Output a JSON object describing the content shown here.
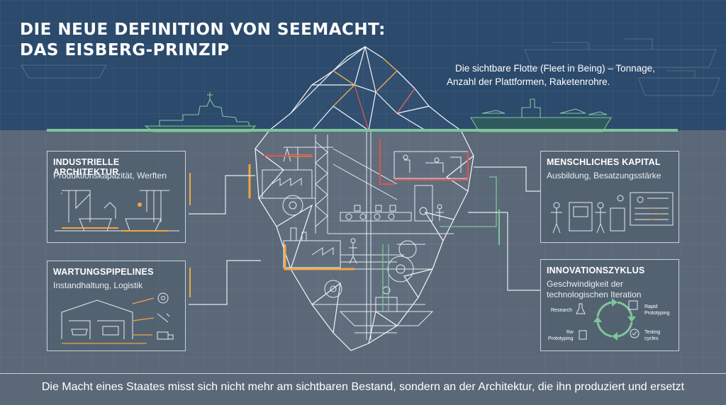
{
  "title": {
    "line1": "DIE NEUE DEFINITION VON SEEMACHT:",
    "line2": "DAS EISBERG-PRINZIP"
  },
  "fleet_note": {
    "line1": "Die sichtbare Flotte (Fleet in Being) – Tonnage,",
    "line2": "Anzahl der Plattformen, Raketenrohre."
  },
  "panels": {
    "industrial": {
      "title": "INDUSTRIELLE ARCHITEKTUR",
      "subtitle": "Produktionskapazität, Werften"
    },
    "maintenance": {
      "title": "WARTUNGSPIPELINES",
      "subtitle": "Instandhaltung, Logistik"
    },
    "human": {
      "title": "MENSCHLICHES KAPITAL",
      "subtitle": "Ausbildung, Besatzungsstärke"
    },
    "innovation": {
      "title": "INNOVATIONSZYKLUS",
      "subtitle_line1": "Geschwindigkeit der",
      "subtitle_line2": "technologischen Iteration",
      "cycle": {
        "research": "Research",
        "rapid_line1": "Rapid",
        "rapid_line2": "Prototyping",
        "re_line1": "Ra-",
        "re_line2": "Prototyping",
        "testing_line1": "Testing",
        "testing_line2": "cycles"
      }
    }
  },
  "footer": "Die Macht eines Staates misst sich nicht mehr am sichtbaren Bestand, sondern an der Architektur, die ihn produziert und ersetzt",
  "colors": {
    "sky": "#2b4a6c",
    "sea": "#5a6878",
    "waterline": "#7fc59a",
    "accent_orange": "#f0a640",
    "accent_red": "#e5534b",
    "accent_green": "#7fc59a",
    "line": "#e6ebf0"
  }
}
